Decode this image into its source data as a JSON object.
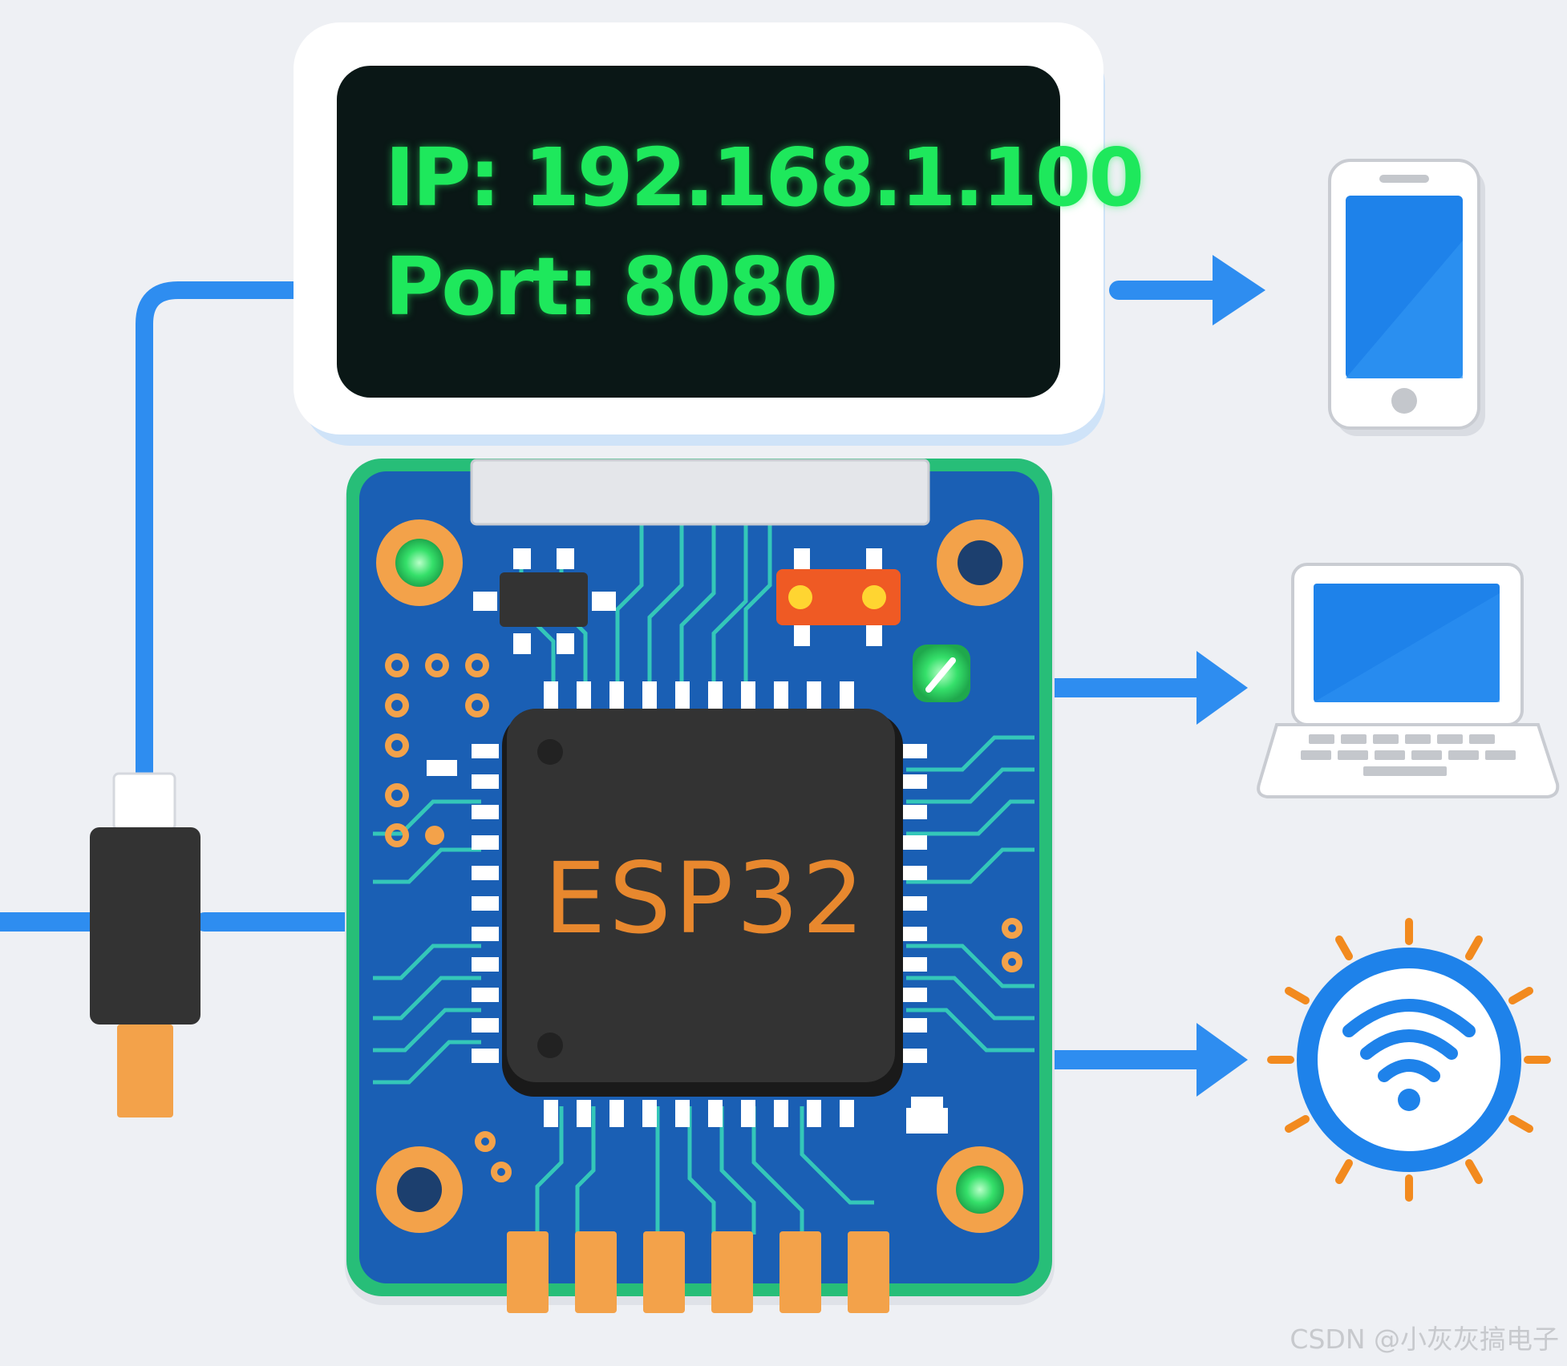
{
  "display": {
    "ip_line": "IP: 192.168.1.100",
    "port_line": "Port: 8080",
    "text_color": "#1ee85c",
    "screen_color": "#0a1716"
  },
  "chip": {
    "label": "ESP32",
    "label_color": "#e8882e"
  },
  "devices": [
    {
      "name": "smartphone",
      "icon": "smartphone-icon"
    },
    {
      "name": "laptop",
      "icon": "laptop-icon"
    },
    {
      "name": "wifi",
      "icon": "wifi-icon"
    }
  ],
  "colors": {
    "background": "#eef0f4",
    "wire": "#2e8df0",
    "board": "#1a5fb4",
    "board_edge": "#29c07a",
    "trace": "#34c7b9",
    "pad": "#f3a24a"
  },
  "watermark": "CSDN @小灰灰搞电子"
}
